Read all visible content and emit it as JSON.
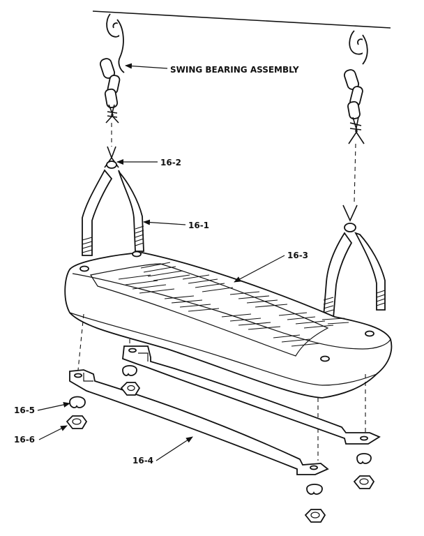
{
  "labels": {
    "swing_bearing": "SWING BEARING ASSEMBLY",
    "p16_1": "16-1",
    "p16_2": "16-2",
    "p16_3": "16-3",
    "p16_4": "16-4",
    "p16_5": "16-5",
    "p16_6": "16-6"
  }
}
